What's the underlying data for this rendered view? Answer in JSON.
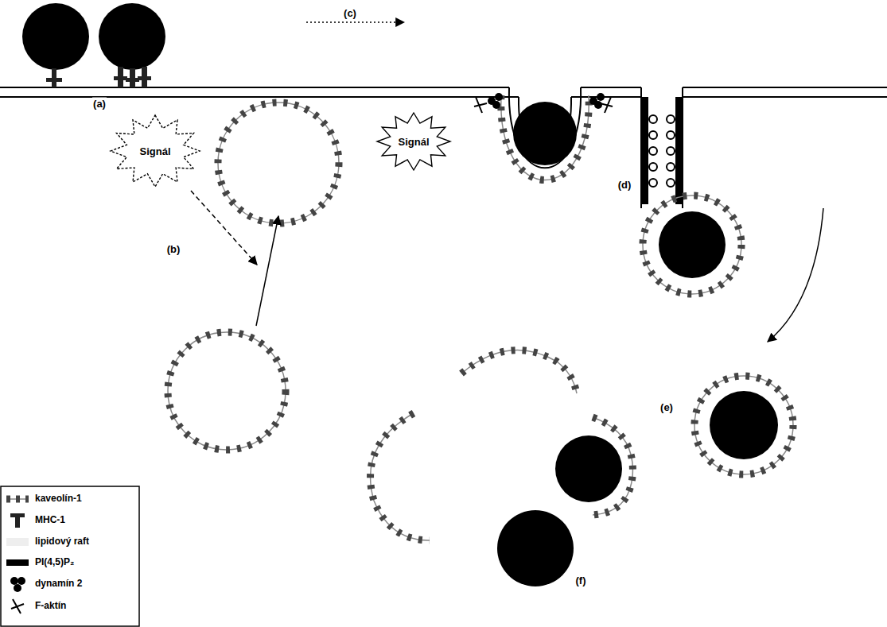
{
  "diagram": {
    "nodes": [
      {
        "text": [
          "Signál"
        ]
      },
      {
        "text": [
          "Signál"
        ]
      }
    ],
    "labels": [
      "(a)",
      "(b)",
      "(c)",
      "(d)",
      "(e)",
      "(f)"
    ],
    "legend": [
      {
        "text": "kaveolín-1"
      },
      {
        "text": "MHC-1"
      },
      {
        "text": "lipidový raft"
      },
      {
        "text": "PI(4,5)P₂"
      },
      {
        "text": "dynamín 2"
      },
      {
        "text": "F-aktín"
      }
    ]
  }
}
